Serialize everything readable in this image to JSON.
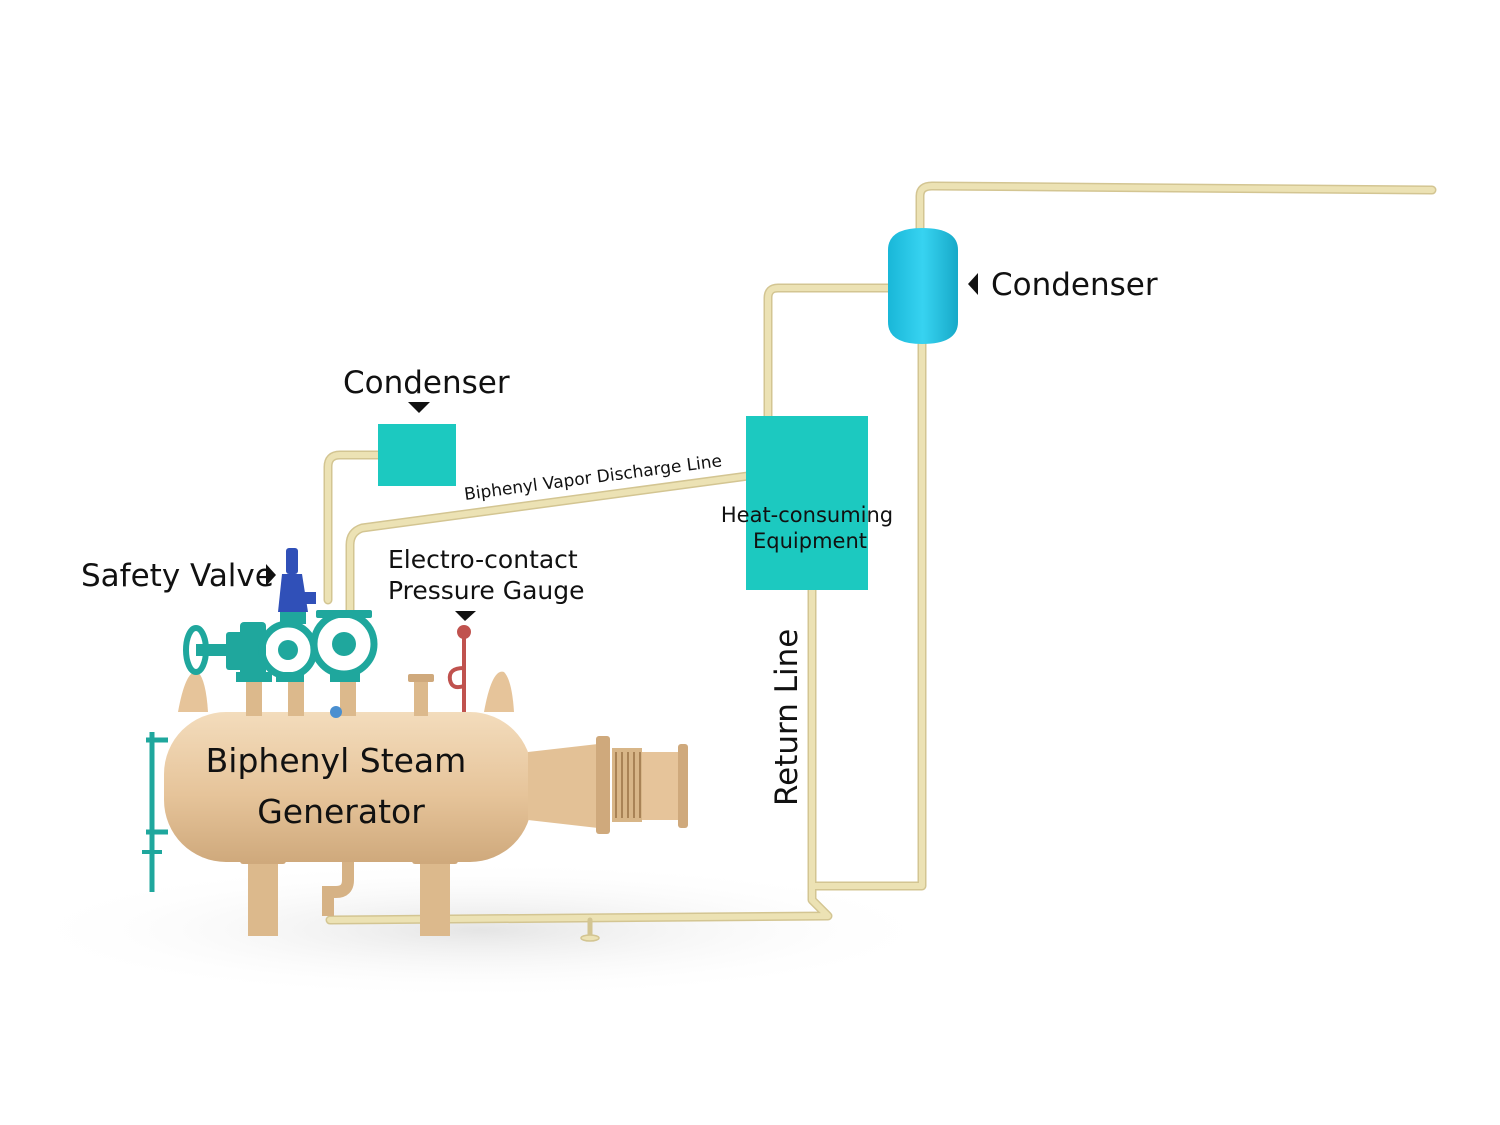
{
  "labels": {
    "condenser_top": "Condenser",
    "condenser_right": "Condenser",
    "safety_valve": "Safety Valve",
    "gauge_line1": "Electro-contact",
    "gauge_line2": "Pressure Gauge",
    "discharge_line": "Biphenyl Vapor Discharge Line",
    "equipment_line1": "Heat-consuming",
    "equipment_line2": "Equipment",
    "return_line": "Return Line",
    "generator_line1": "Biphenyl Steam",
    "generator_line2": "Generator"
  },
  "colors": {
    "pipe": "#ece2b4",
    "pipe_edge": "#d3c592",
    "teal": "#1cc9c0",
    "cyan": "#1fc4e6",
    "tank": "#e8c9a0",
    "tank_shade": "#cfa97c",
    "valve_teal": "#1fa79d",
    "valve_blue": "#3050b8",
    "gauge_red": "#c0524e"
  }
}
